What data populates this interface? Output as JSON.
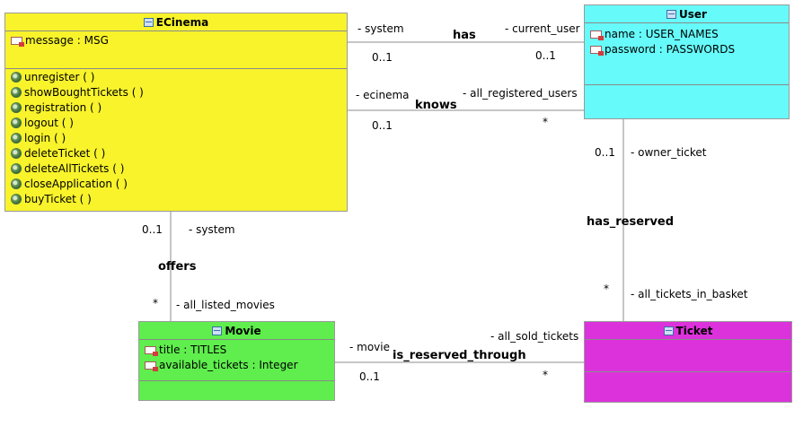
{
  "classes": {
    "ecinema": {
      "name": "ECinema",
      "attributes": [
        "message : MSG"
      ],
      "operations": [
        "unregister ( )",
        "showBoughtTickets ( )",
        "registration ( )",
        "logout ( )",
        "login ( )",
        "deleteTicket ( )",
        "deleteAllTickets ( )",
        "closeApplication ( )",
        "buyTicket ( )"
      ],
      "color": "#f8f32b"
    },
    "user": {
      "name": "User",
      "attributes": [
        "name : USER_NAMES",
        "password : PASSWORDS"
      ],
      "color": "#66fafa"
    },
    "movie": {
      "name": "Movie",
      "attributes": [
        "title : TITLES",
        "available_tickets : Integer"
      ],
      "color": "#5fee4d"
    },
    "ticket": {
      "name": "Ticket",
      "attributes": [],
      "color": "#dc32dc"
    }
  },
  "associations": {
    "has": {
      "name": "has",
      "role_a": "- system",
      "mult_a": "0..1",
      "role_b": "- current_user",
      "mult_b": "0..1"
    },
    "knows": {
      "name": "knows",
      "role_a": "- ecinema",
      "mult_a": "0..1",
      "role_b": "- all_registered_users",
      "mult_b": "*"
    },
    "has_reserved": {
      "name": "has_reserved",
      "role_a": "- owner_ticket",
      "mult_a": "0..1",
      "role_b": "- all_tickets_in_basket",
      "mult_b": "*"
    },
    "offers": {
      "name": "offers",
      "role_a": "- system",
      "mult_a": "0..1",
      "role_b": "- all_listed_movies",
      "mult_b": "*"
    },
    "is_reserved_through": {
      "name": "is_reserved_through",
      "role_a": "- movie",
      "mult_a": "0..1",
      "role_b": "- all_sold_tickets",
      "mult_b": "*"
    }
  }
}
